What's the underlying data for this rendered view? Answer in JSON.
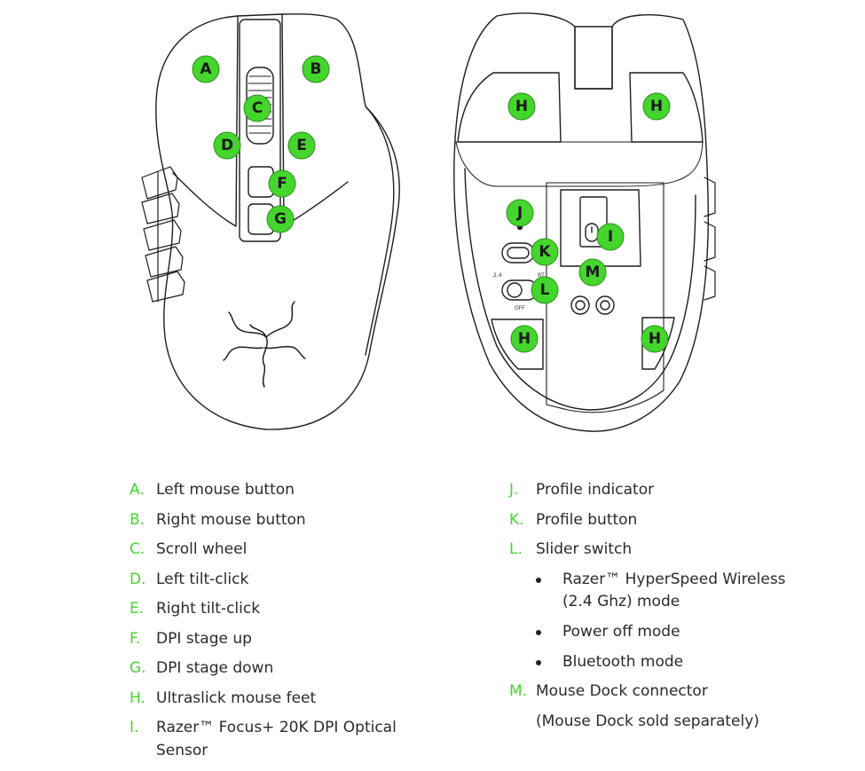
{
  "accent_color": "#44d62c",
  "callouts": {
    "A": "A",
    "B": "B",
    "C": "C",
    "D": "D",
    "E": "E",
    "F": "F",
    "G": "G",
    "H": "H",
    "I": "I",
    "J": "J",
    "K": "K",
    "L": "L",
    "M": "M"
  },
  "switch_labels": {
    "mode_24": "2.4",
    "mode_bt": "BT",
    "mode_off": "OFF"
  },
  "legend_left": [
    {
      "letter": "A.",
      "text": "Left mouse button"
    },
    {
      "letter": "B.",
      "text": "Right mouse button"
    },
    {
      "letter": "C.",
      "text": "Scroll wheel"
    },
    {
      "letter": "D.",
      "text": "Left tilt-click"
    },
    {
      "letter": "E.",
      "text": "Right tilt-click"
    },
    {
      "letter": "F.",
      "text": "DPI stage up"
    },
    {
      "letter": "G.",
      "text": "DPI stage down"
    },
    {
      "letter": "H.",
      "text": "Ultraslick mouse feet"
    },
    {
      "letter": "I.",
      "text": "Razer™ Focus+ 20K DPI Optical",
      "text2": "Sensor"
    }
  ],
  "legend_right": {
    "J": {
      "letter": "J.",
      "text": "Profile indicator"
    },
    "K": {
      "letter": "K.",
      "text": "Profile button"
    },
    "L": {
      "letter": "L.",
      "text": "Slider switch"
    },
    "L_bullets": [
      {
        "text": "Razer™ HyperSpeed Wireless",
        "text2": "(2.4 Ghz) mode"
      },
      {
        "text": "Power off mode"
      },
      {
        "text": "Bluetooth mode"
      }
    ],
    "M": {
      "letter": "M.",
      "text": "Mouse Dock connector"
    },
    "M_note": "(Mouse Dock sold separately)"
  }
}
